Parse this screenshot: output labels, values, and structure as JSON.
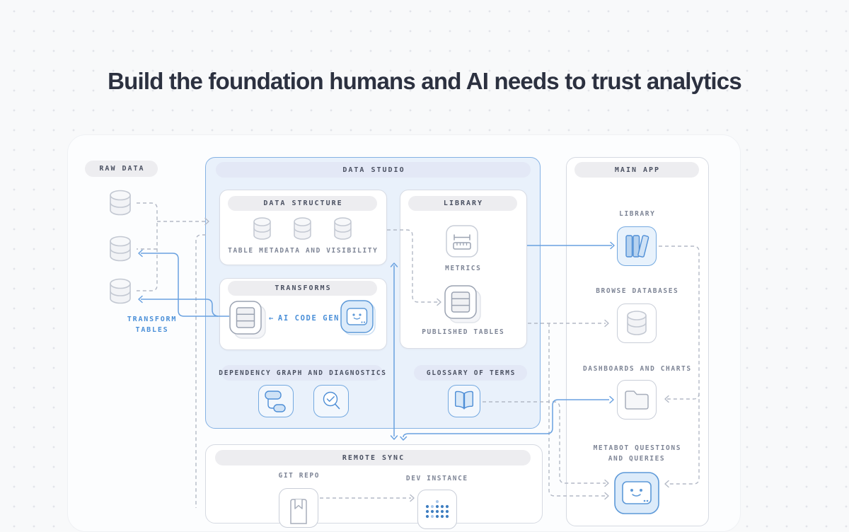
{
  "page": {
    "title": "Build the foundation humans and AI needs to trust analytics"
  },
  "colors": {
    "accent_blue": "#4a8fd8",
    "line_blue": "#69a1e0",
    "studio_border": "#85b2e4",
    "studio_fill": "#e9f1fb",
    "dashed_gray": "#b3b9c6",
    "pill_gray": "#ededf0",
    "pill_lavender": "#e3e8f6",
    "text_dark": "#4b5162",
    "text_muted": "#7e8596"
  },
  "raw_data": {
    "label": "RAW DATA",
    "transform_tables": [
      "TRANSFORM",
      "TABLES"
    ]
  },
  "data_studio": {
    "label": "DATA STUDIO",
    "data_structure": {
      "label": "DATA STRUCTURE",
      "caption": "TABLE METADATA AND VISIBILITY"
    },
    "transforms": {
      "label": "TRANSFORMS",
      "ai_prefix": "←",
      "ai_label": "AI CODE GEN"
    },
    "library": {
      "label": "LIBRARY",
      "metrics_label": "METRICS",
      "published_tables_label": "PUBLISHED TABLES"
    },
    "dependency_label": "DEPENDENCY GRAPH AND DIAGNOSTICS",
    "glossary_label": "GLOSSARY OF TERMS"
  },
  "main_app": {
    "label": "MAIN APP",
    "items": [
      {
        "label": "LIBRARY",
        "icon": "books-icon"
      },
      {
        "label": "BROWSE DATABASES",
        "icon": "database-icon"
      },
      {
        "label": "DASHBOARDS AND CHARTS",
        "icon": "folder-icon"
      },
      {
        "label": "METABOT QUESTIONS AND QUERIES",
        "icon": "metabot-icon"
      }
    ]
  },
  "remote_sync": {
    "label": "REMOTE SYNC",
    "git_repo_label": "GIT REPO",
    "dev_instance_label": "DEV INSTANCE"
  }
}
